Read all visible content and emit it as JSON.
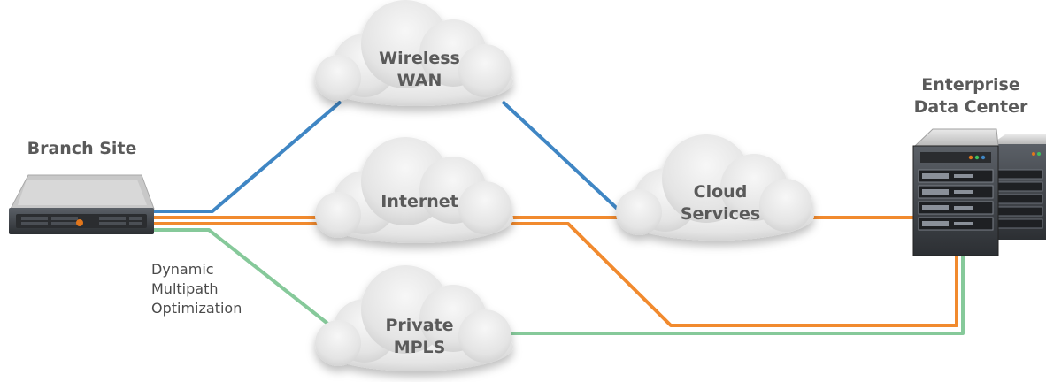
{
  "nodes": {
    "branch": {
      "label": "Branch Site"
    },
    "datacenter": {
      "line1": "Enterprise",
      "line2": "Data Center"
    },
    "wireless": {
      "line1": "Wireless",
      "line2": "WAN"
    },
    "internet": {
      "label": "Internet"
    },
    "cloud_services": {
      "line1": "Cloud",
      "line2": "Services"
    },
    "mpls": {
      "line1": "Private",
      "line2": "MPLS"
    }
  },
  "annotation": {
    "line1": "Dynamic",
    "line2": "Multipath",
    "line3": "Optimization"
  },
  "colors": {
    "wireless_link": "#3f86c4",
    "internet_link": "#f18a2e",
    "mpls_link": "#86c99a",
    "cloud_fill": "#e6e6e6",
    "server_body": "#3a3d42",
    "label_text": "#5a5a5a"
  }
}
